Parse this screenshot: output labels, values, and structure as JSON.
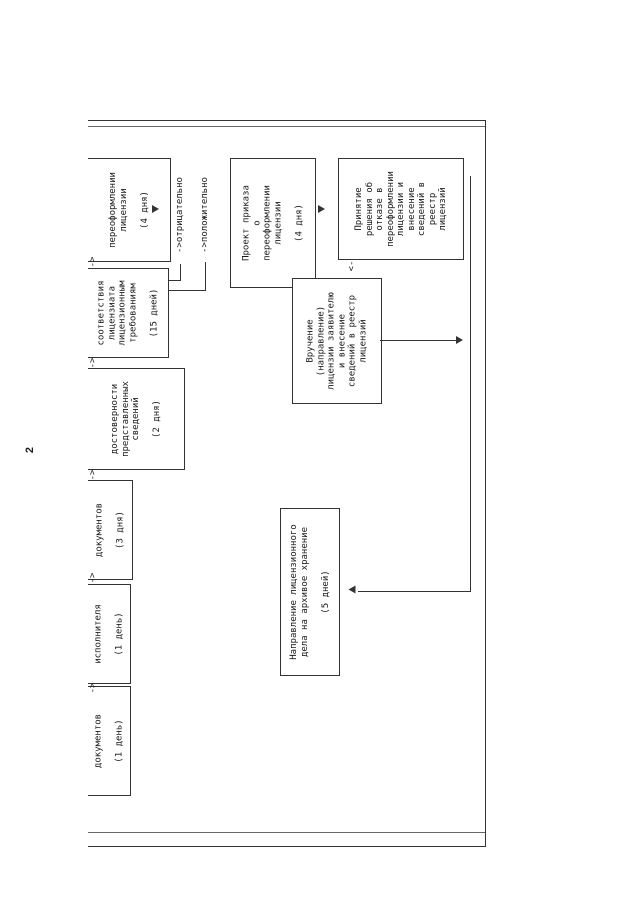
{
  "page_number": "2",
  "flow_arrow": "->",
  "top_row": [
    {
      "lines": [
        "документов",
        "",
        "(1 день)"
      ]
    },
    {
      "lines": [
        "исполнителя",
        "",
        "(1 день)"
      ]
    },
    {
      "lines": [
        "документов",
        "",
        "(3 дня)"
      ]
    },
    {
      "lines": [
        "достоверности",
        "представленных",
        "сведений",
        "",
        "(2 дня)"
      ]
    },
    {
      "lines": [
        "соответствия",
        "лицензиата",
        "лицензионным",
        "требованиям",
        "",
        "(15 дней)"
      ]
    },
    {
      "lines": [
        "переоформлении",
        "лицензии",
        "",
        "(4 дня)"
      ]
    }
  ],
  "decisions": {
    "negative": "отрицательно",
    "positive": "положительно"
  },
  "boxes": {
    "draft_order": {
      "lines": [
        "Проект приказа",
        "о",
        "переоформлении",
        "лицензии",
        "",
        "(4 дня)"
      ]
    },
    "refusal": {
      "lines": [
        "Принятие",
        "решения об",
        "отказе в",
        "переоформлении",
        "лицензии и",
        "внесение",
        "сведений в",
        "реестр",
        "лицензий"
      ]
    },
    "delivery": {
      "lines": [
        "Вручение",
        "(направление)",
        "лицензии заявителю",
        "и внесение",
        "сведений в реестр",
        "лицензий"
      ]
    },
    "archive": {
      "lines": [
        "Направление лицензионного",
        "дела на архивое хранение",
        "",
        "(5 дней)"
      ]
    }
  }
}
